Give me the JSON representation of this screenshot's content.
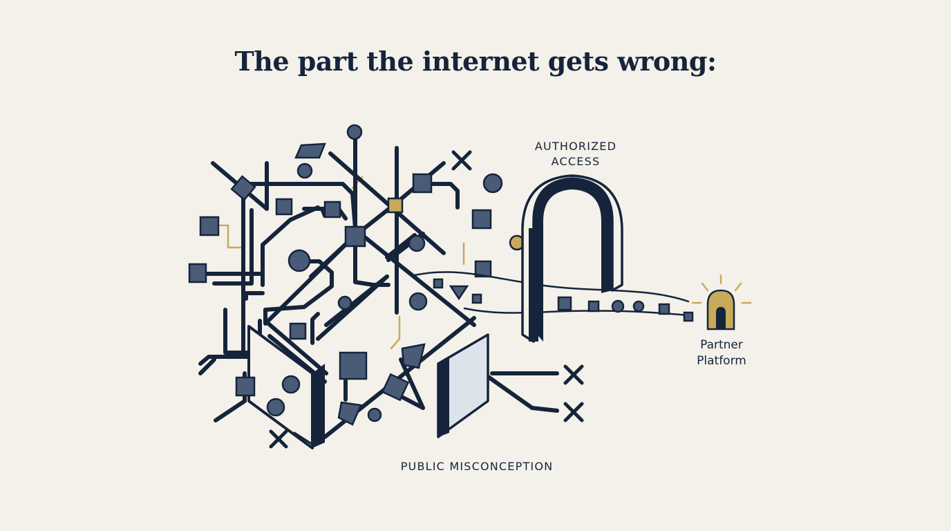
{
  "title": "The part the internet gets wrong:",
  "labels": {
    "authorized_access": [
      "AUTHORIZED",
      "ACCESS"
    ],
    "public_misconception": "PUBLIC MISCONCEPTION",
    "partner_platform": [
      "Partner",
      "Platform"
    ]
  },
  "colors": {
    "background": "#f3f1ea",
    "ink": "#15243b",
    "node_fill": "#4a5b78",
    "accent_gold": "#c9a95a",
    "panel_fill": "#dde3ea"
  },
  "icons": [
    "x-mark-icon",
    "padlock-shackle-icon",
    "door-icon",
    "gate-panel-icon"
  ]
}
